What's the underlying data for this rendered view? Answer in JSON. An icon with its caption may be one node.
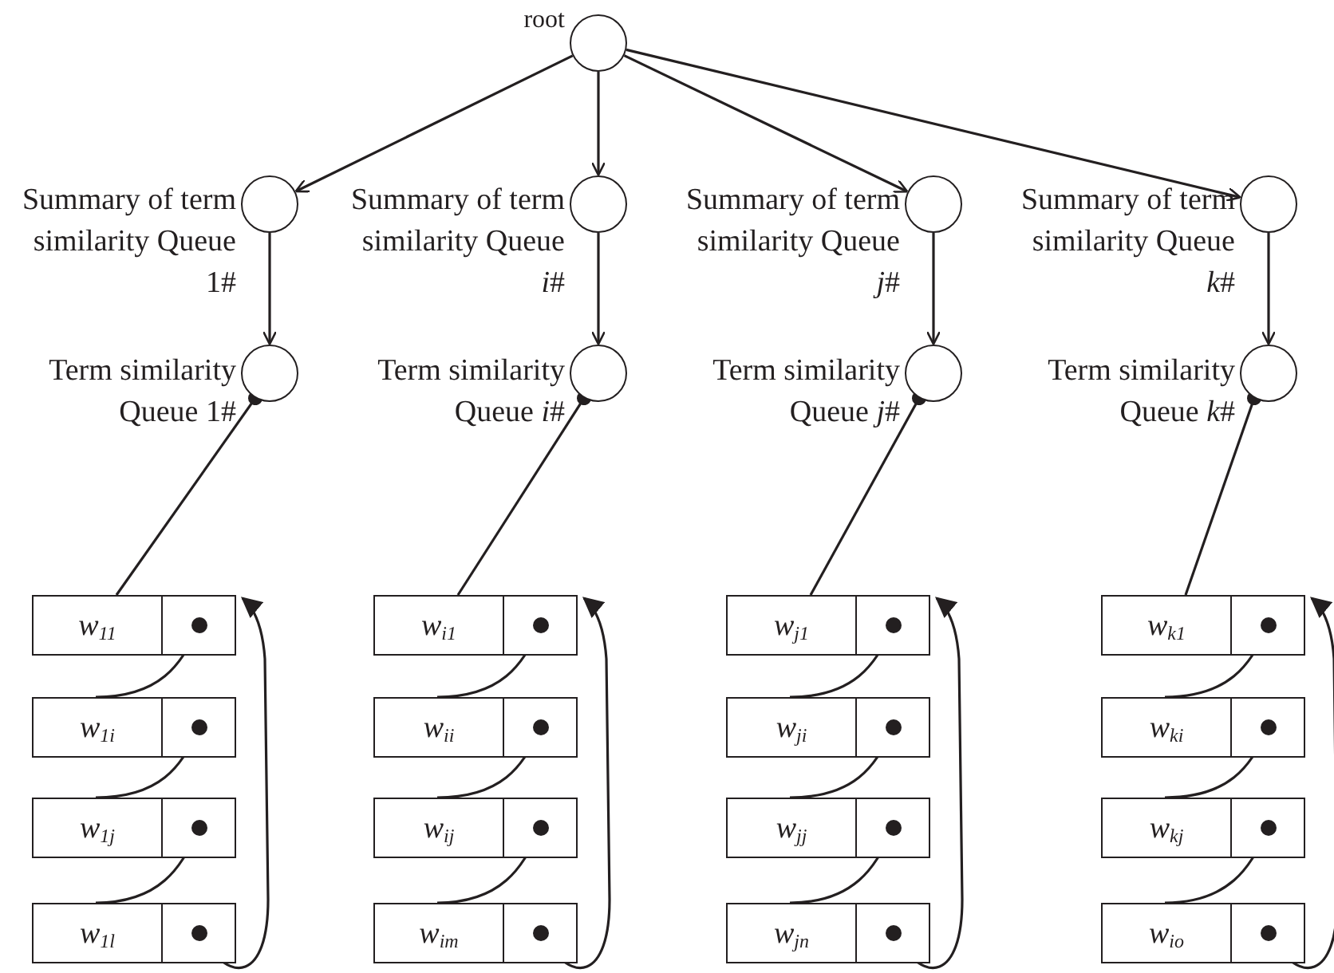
{
  "diagram": {
    "nodes": [
      {
        "text": [],
        "shape": "circle",
        "beside": [
          "root"
        ]
      },
      {
        "text": [],
        "shape": "circle",
        "beside": [
          "Summary of term similarity Queue 1#"
        ]
      },
      {
        "text": [],
        "shape": "circle",
        "beside": [
          "Term similarity Queue 1#"
        ]
      },
      {
        "text": [
          "w$_{11}$"
        ]
      },
      {
        "text": [
          "w$_{1i}$"
        ]
      },
      {
        "text": [
          "w$_{1j}$"
        ]
      },
      {
        "text": [
          "w$_{1l}$"
        ]
      },
      {
        "text": [],
        "shape": "circle",
        "beside": [
          "Summary of term similarity Queue *i*#"
        ]
      },
      {
        "text": [],
        "shape": "circle",
        "beside": [
          "Term similarity Queue *i*#"
        ]
      },
      {
        "text": [
          "w$_{i1}$"
        ]
      },
      {
        "text": [
          "w$_{ii}$"
        ]
      },
      {
        "text": [
          "w$_{ij}$"
        ]
      },
      {
        "text": [
          "w$_{im}$"
        ]
      },
      {
        "text": [],
        "shape": "circle",
        "beside": [
          "Summary of term similarity Queue *j*#"
        ]
      },
      {
        "text": [],
        "shape": "circle",
        "beside": [
          "Term similarity Queue *j*#"
        ]
      },
      {
        "text": [
          "w$_{j1}$"
        ]
      },
      {
        "text": [
          "w$_{ji}$"
        ]
      },
      {
        "text": [
          "w$_{jj}$"
        ]
      },
      {
        "text": [
          "w$_{jn}$"
        ]
      },
      {
        "text": [],
        "shape": "circle",
        "beside": [
          "Summary of term similarity Queue *k*#"
        ]
      },
      {
        "text": [],
        "shape": "circle",
        "beside": [
          "Term similarity Queue *k*#"
        ]
      },
      {
        "text": [
          "w$_{k1}$"
        ]
      },
      {
        "text": [
          "w$_{ki}$"
        ]
      },
      {
        "text": [
          "w$_{kj}$"
        ]
      },
      {
        "text": [
          "w$_{io}$"
        ]
      }
    ],
    "edges": [
      {
        "from": 0,
        "to": 1,
        "arrow": "to"
      },
      {
        "from": 0,
        "to": 7,
        "arrow": "to"
      },
      {
        "from": 0,
        "to": 13,
        "arrow": "to"
      },
      {
        "from": 0,
        "to": 19,
        "arrow": "to"
      },
      {
        "from": 1,
        "to": 2,
        "arrow": "to"
      },
      {
        "from": 2,
        "to": 3,
        "arrow": "other"
      },
      {
        "from": 3,
        "to": 4,
        "arrow": "none"
      },
      {
        "from": 4,
        "to": 5,
        "arrow": "none"
      },
      {
        "from": 5,
        "to": 6,
        "arrow": "none"
      },
      {
        "from": 6,
        "to": 3,
        "arrow": "to"
      },
      {
        "from": 7,
        "to": 8,
        "arrow": "to"
      },
      {
        "from": 8,
        "to": 9,
        "arrow": "other"
      },
      {
        "from": 9,
        "to": 10,
        "arrow": "none"
      },
      {
        "from": 10,
        "to": 11,
        "arrow": "none"
      },
      {
        "from": 11,
        "to": 12,
        "arrow": "none"
      },
      {
        "from": 12,
        "to": 9,
        "arrow": "to"
      },
      {
        "from": 13,
        "to": 14,
        "arrow": "to"
      },
      {
        "from": 14,
        "to": 15,
        "arrow": "other"
      },
      {
        "from": 15,
        "to": 16,
        "arrow": "none"
      },
      {
        "from": 16,
        "to": 17,
        "arrow": "none"
      },
      {
        "from": 17,
        "to": 18,
        "arrow": "none"
      },
      {
        "from": 18,
        "to": 15,
        "arrow": "to"
      },
      {
        "from": 19,
        "to": 20,
        "arrow": "to"
      },
      {
        "from": 20,
        "to": 21,
        "arrow": "other"
      },
      {
        "from": 21,
        "to": 22,
        "arrow": "none"
      },
      {
        "from": 22,
        "to": 23,
        "arrow": "none"
      },
      {
        "from": 23,
        "to": 24,
        "arrow": "none"
      },
      {
        "from": 24,
        "to": 21,
        "arrow": "to"
      }
    ]
  }
}
